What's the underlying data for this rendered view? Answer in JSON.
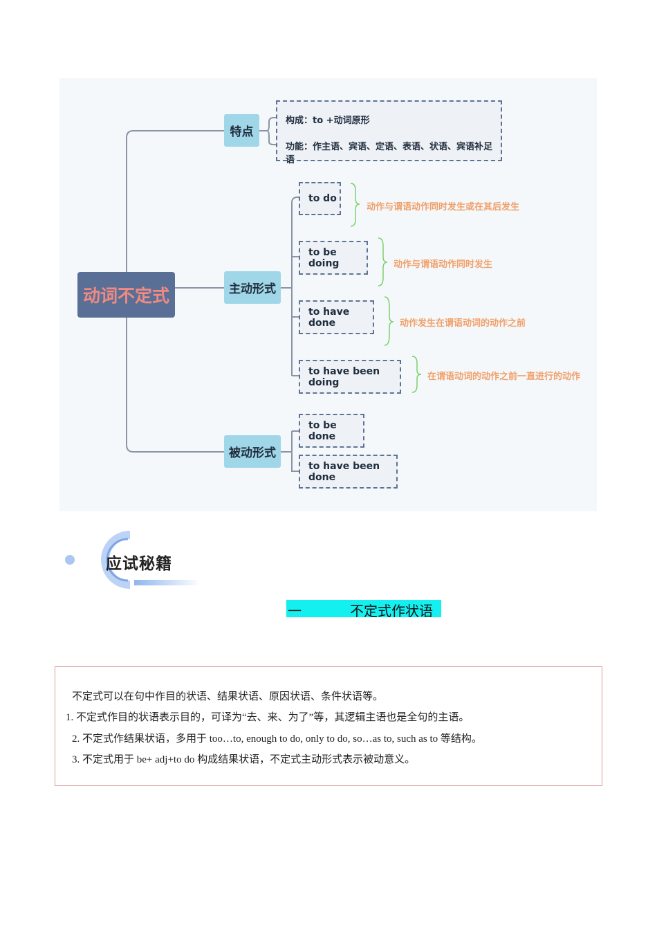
{
  "mindmap": {
    "root": "动词不定式",
    "features": {
      "label": "特点",
      "composition": "构成：to +动词原形",
      "function": "功能：作主语、宾语、定语、表语、状语、宾语补足语"
    },
    "active": {
      "label": "主动形式",
      "forms": [
        {
          "form": "to do",
          "note": "动作与谓语动作同时发生或在其后发生"
        },
        {
          "form": "to be doing",
          "note": "动作与谓语动作同时发生"
        },
        {
          "form": "to have done",
          "note": "动作发生在谓语动词的动作之前"
        },
        {
          "form": "to have been doing",
          "note": "在谓语动词的动作之前一直进行的动作"
        }
      ]
    },
    "passive": {
      "label": "被动形式",
      "forms": [
        "to be done",
        "to have been done"
      ]
    },
    "colors": {
      "root_bg": "#5a6f95",
      "root_text": "#f08a82",
      "category_bg": "#9fd6e8",
      "note_text": "#f0a06a",
      "brace": "#7ccf6a"
    }
  },
  "section_logo": {
    "title": "应试秘籍"
  },
  "heading": {
    "number": "一",
    "title": "不定式作状语",
    "highlight": "#14f0f0"
  },
  "textbox": {
    "intro": "不定式可以在句中作目的状语、结果状语、原因状语、条件状语等。",
    "item1": "1. 不定式作目的状语表示目的，可译为“去、来、为了”等，其逻辑主语也是全句的主语。",
    "item2": "2. 不定式作结果状语，多用于 too…to, enough to do, only to do, so…as to, such as to 等结构。",
    "item3": "3. 不定式用于 be+ adj+to do 构成结果状语，不定式主动形式表示被动意义。"
  }
}
